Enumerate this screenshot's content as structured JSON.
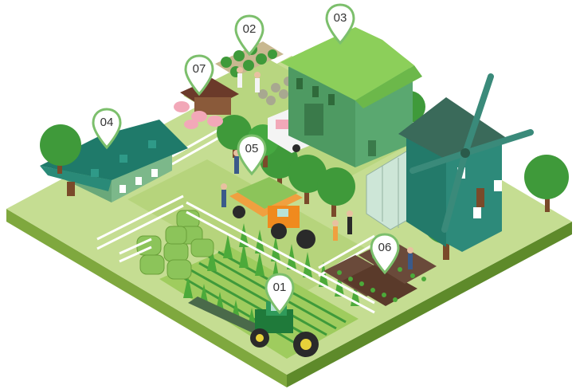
{
  "colors": {
    "ground_top": "#c5dd92",
    "ground_side_left": "#7fa83e",
    "ground_side_right": "#5e8a2a",
    "grass": "#a9cc6a",
    "path": "#d9e8b8",
    "house_wall": "#7cb88a",
    "house_roof": "#1f7a6a",
    "barn_wall": "#5aa870",
    "barn_roof": "#8ccf5a",
    "windmill_body": "#2d8a7a",
    "tree_foliage": "#3f9a3a",
    "tree_trunk": "#7a4a2a",
    "tractor_body": "#1f7a3a",
    "truck_orange": "#f08a1e",
    "fence": "#ffffff",
    "pin_stroke": "#7cbf6c",
    "pin_fill": "#ffffff",
    "pig": "#f2a8b8",
    "shed_roof": "#6b3a2a",
    "crop": "#4caa3a",
    "hay": "#8cc45a"
  },
  "markers": [
    {
      "label": "01",
      "subject": "tractor-field"
    },
    {
      "label": "02",
      "subject": "vegetable-garden"
    },
    {
      "label": "03",
      "subject": "barn"
    },
    {
      "label": "04",
      "subject": "farmhouse"
    },
    {
      "label": "05",
      "subject": "harvest-truck"
    },
    {
      "label": "06",
      "subject": "seedling-beds"
    },
    {
      "label": "07",
      "subject": "pig-shed"
    }
  ]
}
